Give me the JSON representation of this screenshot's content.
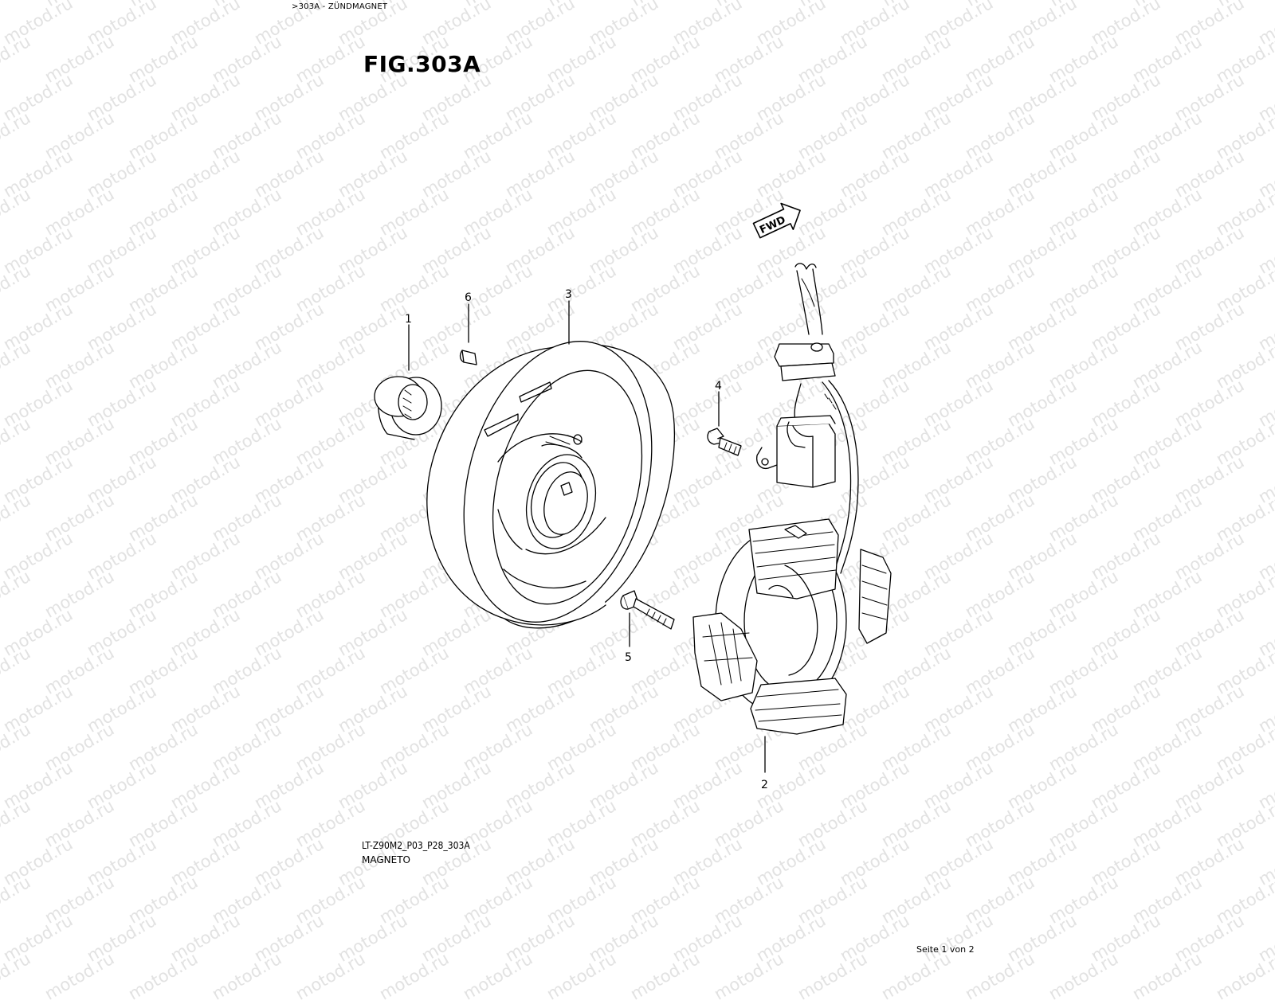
{
  "breadcrumb": ">303A - ZÜNDMAGNET",
  "figure_title": "FIG.303A",
  "drawing_code": "LT-Z90M2_P03_P28_303A",
  "caption": "MAGNETO",
  "page_number": "Seite 1 von 2",
  "watermark_text": "motod.ru",
  "fwd_label": "FWD",
  "callouts": {
    "c1": "1",
    "c2": "2",
    "c3": "3",
    "c4": "4",
    "c5": "5",
    "c6": "6"
  }
}
